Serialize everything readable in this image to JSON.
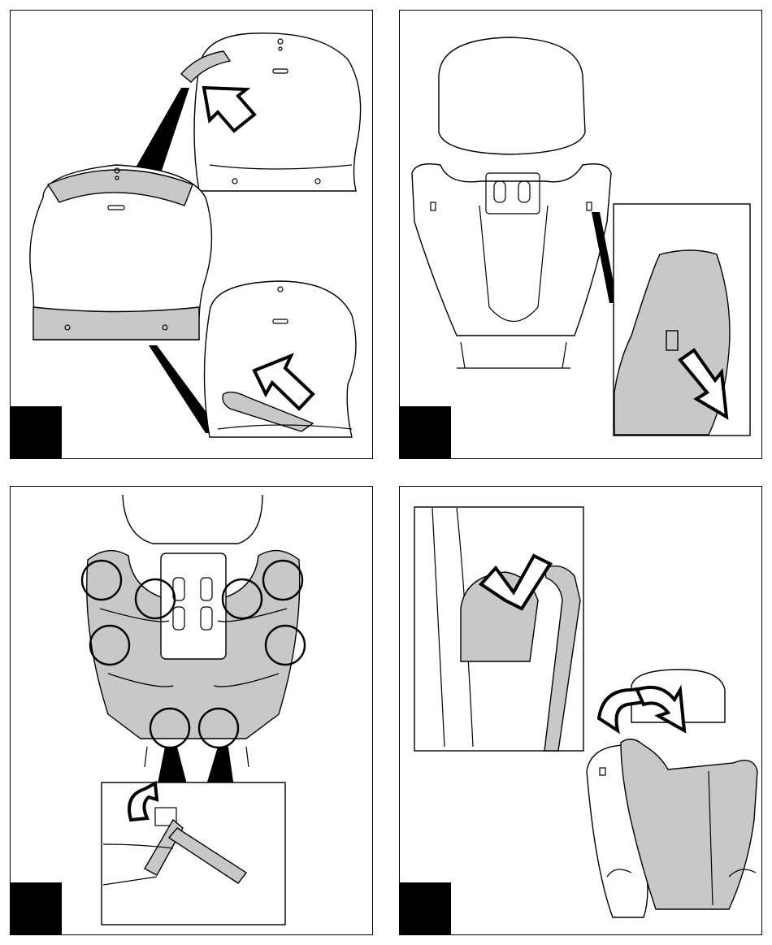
{
  "panels": [
    {
      "id": "p1",
      "step_box": "step-1-marker"
    },
    {
      "id": "p2",
      "step_box": "step-2-marker"
    },
    {
      "id": "p3",
      "step_box": "step-3-marker"
    },
    {
      "id": "p4",
      "step_box": "step-4-marker"
    }
  ],
  "colors": {
    "outline": "#000000",
    "shade": "#c8c8c8",
    "background": "#ffffff"
  }
}
